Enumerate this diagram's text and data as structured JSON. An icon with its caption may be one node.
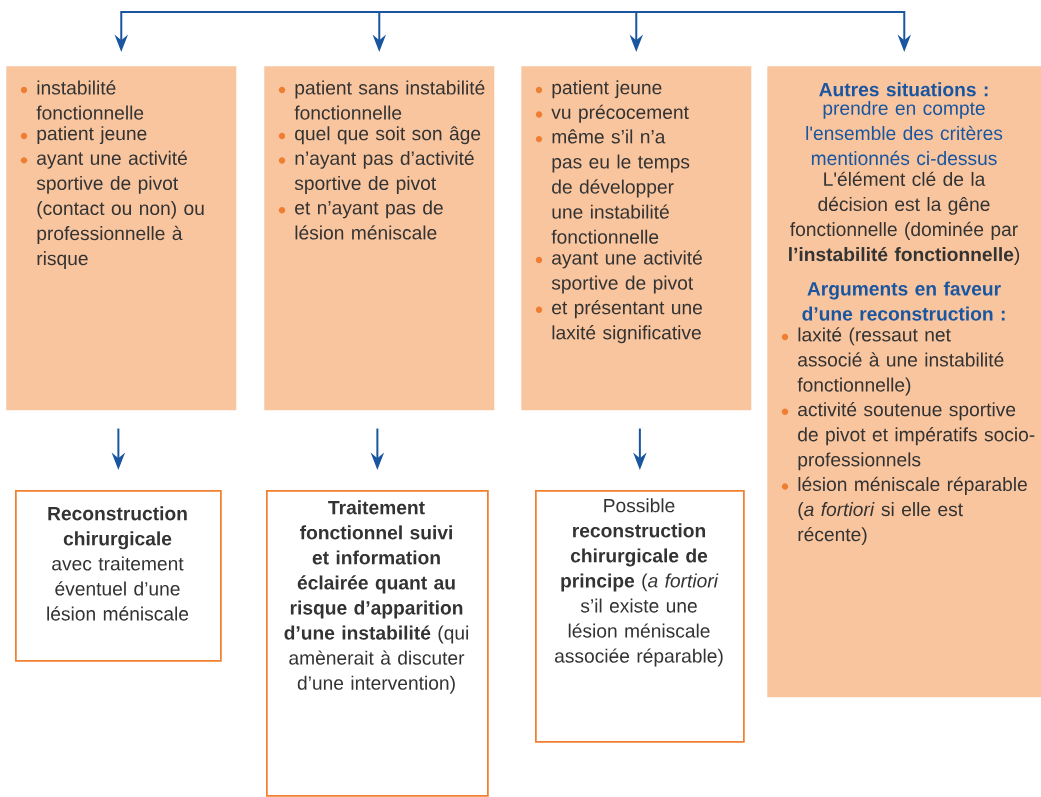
{
  "diagram": {
    "nodes": [
      {
        "text": [
          "instabilité fonctionnelle",
          "patient jeune",
          "ayant une activité sportive de pivot (contact ou non) ou professionnelle à risque"
        ]
      },
      {
        "text": [
          "patient sans instabilité fonctionnelle",
          "quel que soit son âge",
          "n’ayant pas d’activité sportive de pivot",
          "et n’ayant pas de lésion méniscale"
        ]
      },
      {
        "text": [
          "patient jeune",
          "vu précocement",
          "même s’il n’a pas eu le temps de développer une instabilité fonctionnelle",
          "ayant une activité sportive de pivot",
          "et présentant une laxité significative"
        ]
      },
      {
        "text": [
          "Autres situations :",
          "prendre en compte l'ensemble des critères mentionnés ci-dessus",
          "L'élément clé de la décision est la gêne fonctionnelle (dominée par **l’instabilité fonctionnelle**)",
          "Arguments en faveur d’une reconstruction :",
          "laxité (ressaut net associé à une instabilité fonctionnelle)",
          "activité soutenue sportive de pivot et impératifs socio-professionnels",
          "lésion méniscale réparable (*a fortiori* si elle est récente)"
        ]
      },
      {
        "text": [
          "**Reconstruction chirurgicale** avec traitement éventuel d’une lésion méniscale"
        ]
      },
      {
        "text": [
          "**Traitement fonctionnel suivi et information éclairée quant au risque d’apparition d’une instabilité** (qui amènerait à discuter d’une intervention)"
        ]
      },
      {
        "text": [
          "Possible **reconstruction chirurgicale de principe** (*a fortiori* s’il existe une lésion méniscale associée réparable)"
        ]
      }
    ],
    "edges": [
      {
        "from": null,
        "to": 0,
        "arrow": "to"
      },
      {
        "from": null,
        "to": 1,
        "arrow": "to"
      },
      {
        "from": null,
        "to": 2,
        "arrow": "to"
      },
      {
        "from": null,
        "to": 3,
        "arrow": "to"
      },
      {
        "from": 0,
        "to": 4,
        "arrow": "to"
      },
      {
        "from": 1,
        "to": 5,
        "arrow": "to"
      },
      {
        "from": 2,
        "to": 6,
        "arrow": "to"
      }
    ]
  }
}
